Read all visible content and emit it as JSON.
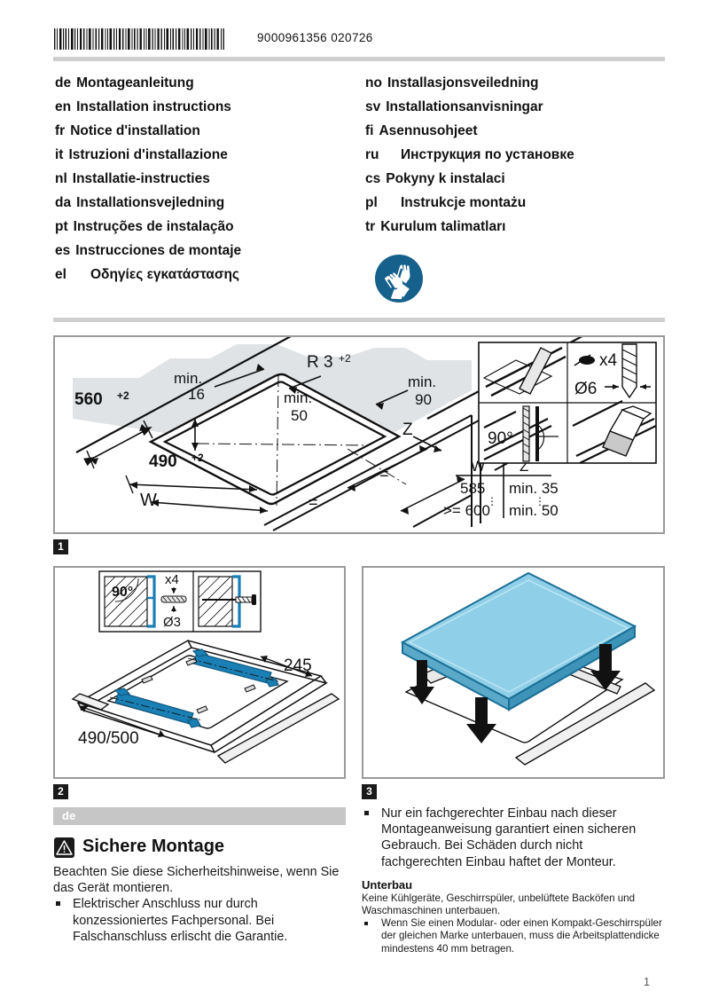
{
  "header": {
    "doc_number": "9000961356 020726",
    "barcode_name": "barcode"
  },
  "languages": {
    "left": [
      {
        "code": "de",
        "title": "Montageanleitung",
        "wide": false
      },
      {
        "code": "en",
        "title": "Installation instructions",
        "wide": false
      },
      {
        "code": "fr",
        "title": "Notice d'installation",
        "wide": false
      },
      {
        "code": "it",
        "title": "Istruzioni d'installazione",
        "wide": false
      },
      {
        "code": "nl",
        "title": "Installatie-instructies",
        "wide": false
      },
      {
        "code": "da",
        "title": "Installationsvejledning",
        "wide": false
      },
      {
        "code": "pt",
        "title": "Instruções de instalação",
        "wide": false
      },
      {
        "code": "es",
        "title": "Instrucciones de montaje",
        "wide": false
      },
      {
        "code": "el",
        "title": "Οδηγίες εγκατάστασης",
        "wide": true
      }
    ],
    "right": [
      {
        "code": "no",
        "title": "Installasjonsveiledning",
        "wide": false
      },
      {
        "code": "sv",
        "title": "Installationsanvisningar",
        "wide": false
      },
      {
        "code": "fi",
        "title": "Asennusohjeet",
        "wide": false
      },
      {
        "code": "ru",
        "title": "Инструкция по установке",
        "wide": true
      },
      {
        "code": "cs",
        "title": "Pokyny k instalaci",
        "wide": false
      },
      {
        "code": "pl",
        "title": "Instrukcje montażu",
        "wide": true
      },
      {
        "code": "tr",
        "title": "Kurulum talimatları",
        "wide": false
      }
    ]
  },
  "icons": {
    "gloves": "wear-protective-gloves-icon",
    "warning": "warning-triangle-icon"
  },
  "colors": {
    "mandatory_blue": "#15618c",
    "bracket_blue": "#1a7fb5",
    "hob_blue": "#8fd0e8",
    "band_gray": "#c6c6c6",
    "frame_gray": "#9a9a9a",
    "rule_gray": "#cfcfcf"
  },
  "figure1": {
    "number": "1",
    "labels": {
      "min_16": "min.\n16",
      "min_16_l1": "min.",
      "min_16_l2": "16",
      "dim_560": "560",
      "dim_560_sup": "+2",
      "dim_490": "490",
      "dim_490_sup": "+2",
      "radius": "R 3",
      "radius_sup": "+2",
      "min_90_l1": "min.",
      "min_90_l2": "90",
      "min_50_l1": "min.",
      "min_50_l2": "50",
      "z": "Z",
      "w": "W",
      "equal_1": "=",
      "equal_2": "="
    },
    "table": {
      "headers": [
        "W",
        "Z"
      ],
      "rows": [
        [
          "585",
          "min. 35"
        ],
        [
          ">= 600",
          "min. 50"
        ]
      ],
      "dots": "⋮"
    },
    "detail_panel": {
      "count": "x4",
      "diameter": "Ø6",
      "angle": "90°",
      "steps": [
        "pencil-marking-icon",
        "drill-bit-icon",
        "saw-90-degree-icon",
        "sealant-brush-icon"
      ]
    }
  },
  "figure2": {
    "number": "2",
    "labels": {
      "angle": "90°",
      "count": "x4",
      "diameter": "Ø3",
      "dim_245": "245",
      "dim_490_500": "490/500"
    }
  },
  "figure3": {
    "number": "3"
  },
  "section": {
    "lang_band": "de",
    "title": "Sichere Montage",
    "intro": "Beachten Sie diese Sicherheitshinweise, wenn Sie das Gerät montieren.",
    "bullets_left": [
      "Elektrischer Anschluss nur durch konzessioniertes Fachpersonal. Bei Falschanschluss erlischt die Garantie."
    ],
    "bullets_right": [
      "Nur ein fachgerechter Einbau nach dieser Montageanweisung garantiert einen sicheren Gebrauch. Bei Schäden durch nicht fachgerechten Einbau haftet der Monteur."
    ],
    "unterbau": {
      "heading": "Unterbau",
      "text": "Keine Kühlgeräte, Geschirrspüler, unbelüftete Backöfen und Waschmaschinen unterbauen.",
      "bullets": [
        "Wenn Sie einen Modular- oder einen Kompakt-Geschirrspüler der gleichen Marke unterbauen, muss die Arbeitsplattendicke mindestens 40 mm betragen."
      ]
    }
  },
  "footer": {
    "page_number": "1"
  }
}
